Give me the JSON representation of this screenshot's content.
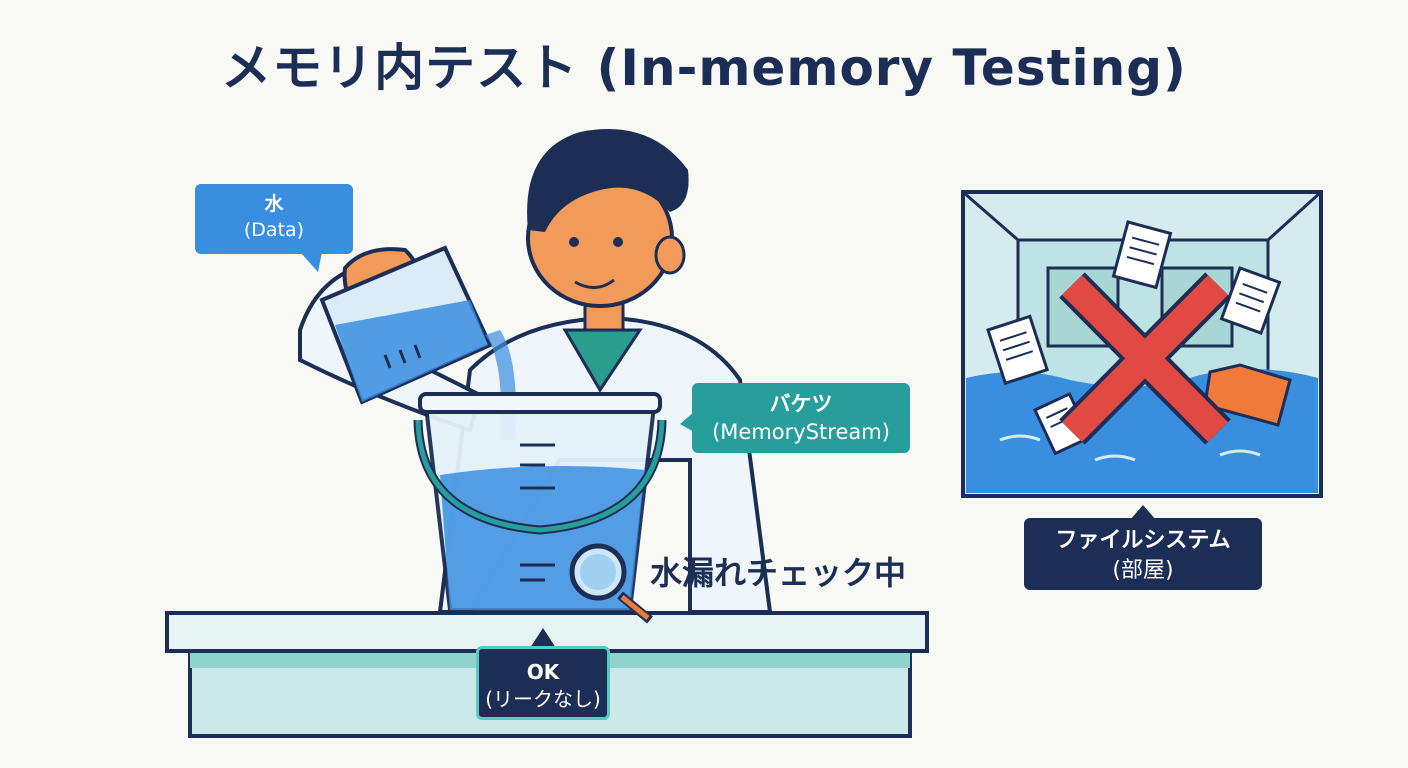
{
  "title": "メモリ内テスト (In-memory Testing)",
  "water_label": {
    "line1": "水",
    "line2": "(Data)"
  },
  "bucket_label": {
    "line1": "バケツ",
    "line2": "(MemoryStream)"
  },
  "check_text": "水漏れチェック中",
  "ok_label": {
    "line1": "OK",
    "line2": "(リークなし)"
  },
  "filesystem_label": {
    "line1": "ファイルシステム",
    "line2": "(部屋)"
  },
  "colors": {
    "navy": "#1c2e55",
    "water_blue": "#3a8ee0",
    "teal": "#279e9b",
    "cross_red": "#e04a42",
    "skin": "#f29a5a"
  },
  "icons": [
    "person-scientist-icon",
    "beaker-icon",
    "bucket-icon",
    "magnifier-icon",
    "document-icon",
    "folder-icon",
    "cross-icon"
  ]
}
